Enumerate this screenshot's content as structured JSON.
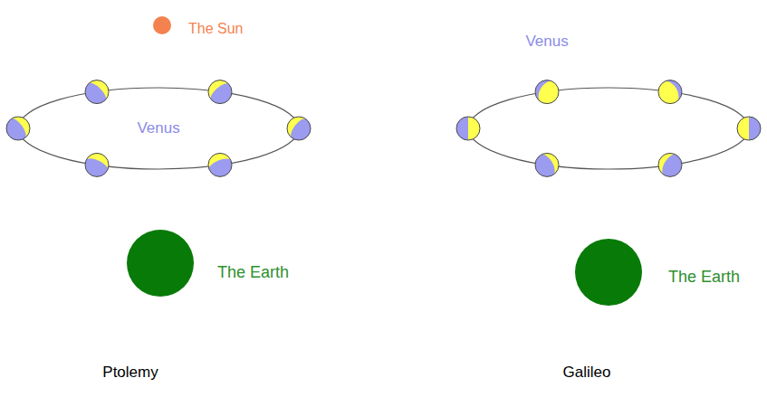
{
  "diagram": {
    "nodes": [
      {
        "text": [
          "The Sun"
        ]
      },
      {
        "text": [
          "Venus"
        ]
      },
      {
        "text": [
          "Venus"
        ]
      },
      {
        "text": [
          "The Earth"
        ]
      },
      {
        "text": [
          "The Earth"
        ]
      }
    ],
    "labels": [
      "Ptolemy",
      "Galileo"
    ]
  }
}
